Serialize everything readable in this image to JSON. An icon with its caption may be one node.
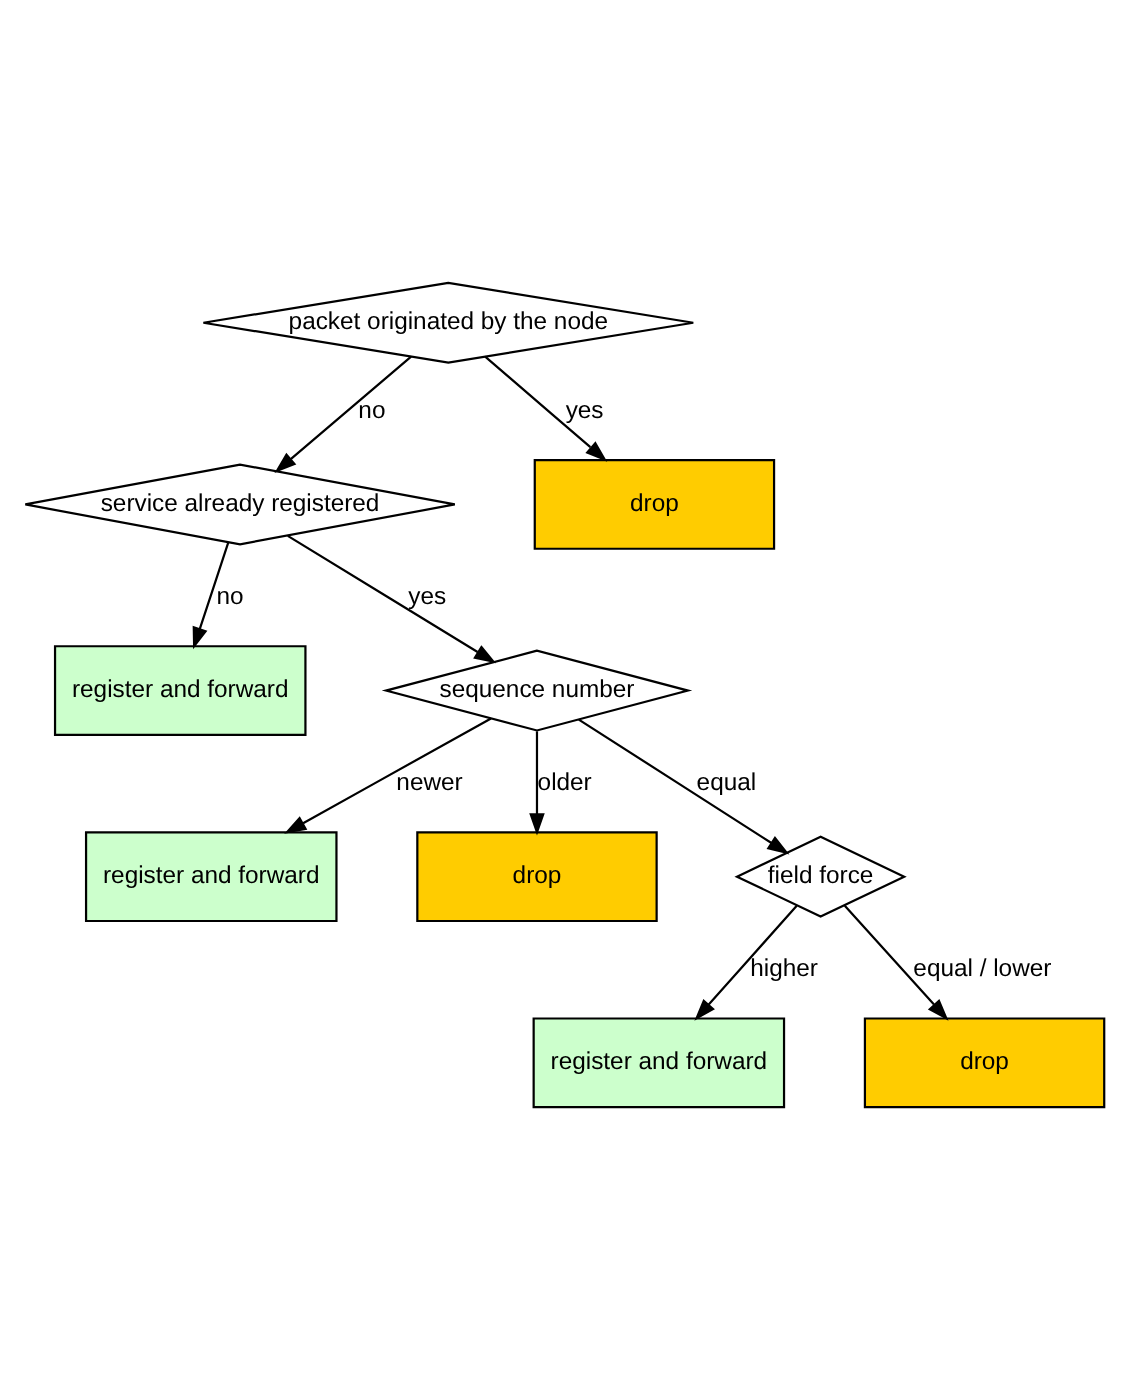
{
  "diagram": {
    "nodes": [
      {
        "text": [
          "packet originated by the node"
        ]
      },
      {
        "text": [
          "service already registered"
        ]
      },
      {
        "text": [
          "drop"
        ]
      },
      {
        "text": [
          "register and forward"
        ]
      },
      {
        "text": [
          "sequence number"
        ]
      },
      {
        "text": [
          "register and forward"
        ]
      },
      {
        "text": [
          "drop"
        ]
      },
      {
        "text": [
          "field force"
        ]
      },
      {
        "text": [
          "register and forward"
        ]
      },
      {
        "text": [
          "drop"
        ]
      }
    ],
    "edges": [
      {
        "from": 0,
        "to": 1,
        "arrow": "to",
        "label": "no"
      },
      {
        "from": 0,
        "to": 2,
        "arrow": "to",
        "label": "yes"
      },
      {
        "from": 1,
        "to": 3,
        "arrow": "to",
        "label": "no"
      },
      {
        "from": 1,
        "to": 4,
        "arrow": "to",
        "label": "yes"
      },
      {
        "from": 4,
        "to": 5,
        "arrow": "to",
        "label": "newer"
      },
      {
        "from": 4,
        "to": 7,
        "arrow": "to",
        "label": "equal"
      },
      {
        "from": 4,
        "to": 6,
        "arrow": "to",
        "label": "older"
      },
      {
        "from": 7,
        "to": 8,
        "arrow": "to",
        "label": "higher"
      },
      {
        "from": 7,
        "to": 9,
        "arrow": "to",
        "label": "equal / lower"
      }
    ]
  }
}
